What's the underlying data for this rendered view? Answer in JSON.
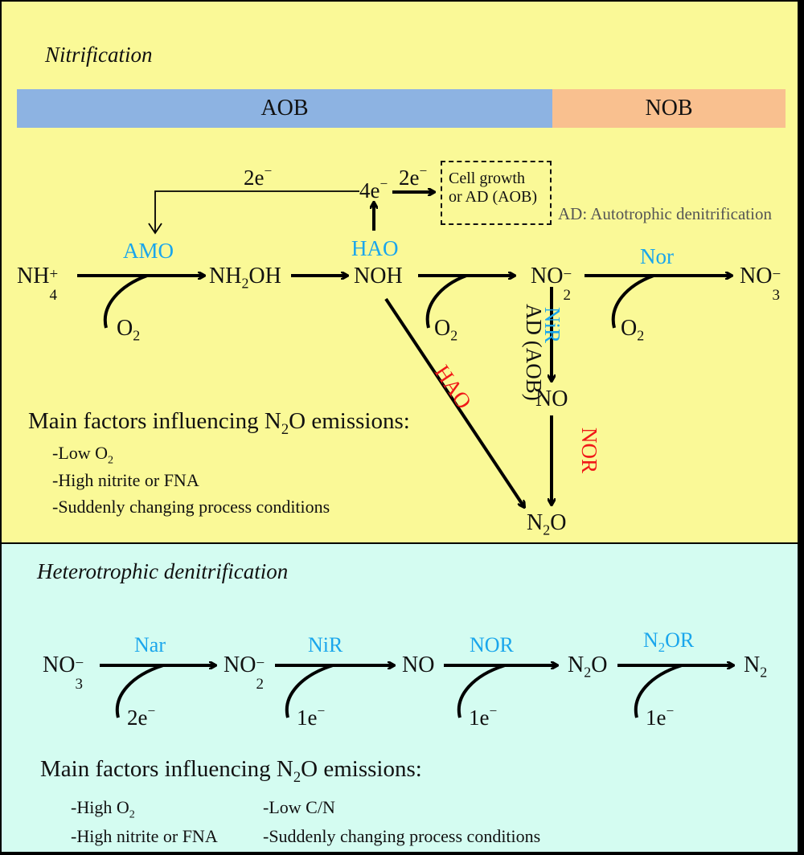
{
  "colors": {
    "nitrification_bg": "#faf997",
    "denitrification_bg": "#d4fcf1",
    "aob_bar": "#8db3e2",
    "nob_bar": "#f9c08f",
    "enzyme_blue": "#1aa6ec",
    "enzyme_red": "#f01818"
  },
  "nitrification": {
    "title": "Nitrification",
    "bars": {
      "aob": "AOB",
      "nob": "NOB"
    },
    "electrons": {
      "top_2e": "2e",
      "four_e": "4e",
      "right_2e": "2e",
      "minus": "−"
    },
    "cell_box": {
      "line1": "Cell growth",
      "line2": "or AD (AOB)"
    },
    "ad_note": "AD: Autotrophic denitrification",
    "species": {
      "nh4": {
        "base": "NH",
        "sub": "4",
        "sup": "+"
      },
      "nh2oh": {
        "a": "NH",
        "sub": "2",
        "b": "OH"
      },
      "noh": "NOH",
      "no2": {
        "base": "NO",
        "sub": "2",
        "sup": "−"
      },
      "no3": {
        "base": "NO",
        "sub": "3",
        "sup": "−"
      },
      "no": "NO",
      "n2o": {
        "a": "N",
        "sub": "2",
        "b": "O"
      }
    },
    "cofactors": {
      "o2": "O",
      "o2_sub": "2"
    },
    "enzymes": {
      "amo": "AMO",
      "hao_top": "HAO",
      "nor_ox": "Nor",
      "nir": "NiR",
      "ad_aob": "AD (AOB)",
      "hao_red": "HAO",
      "nor_red": "NOR"
    },
    "factors": {
      "heading_a": "Main factors influencing N",
      "heading_sub": "2",
      "heading_b": "O emissions:",
      "items": [
        {
          "text": "-Low O",
          "sub": "2"
        },
        {
          "text": "-High nitrite or FNA",
          "sub": ""
        },
        {
          "text": "-Suddenly changing process conditions",
          "sub": ""
        }
      ]
    }
  },
  "denitrification": {
    "title": "Heterotrophic denitrification",
    "species": {
      "no3": {
        "base": "NO",
        "sub": "3",
        "sup": "−"
      },
      "no2": {
        "base": "NO",
        "sub": "2",
        "sup": "−"
      },
      "no": "NO",
      "n2o": {
        "a": "N",
        "sub": "2",
        "b": "O"
      },
      "n2": {
        "a": "N",
        "sub": "2"
      }
    },
    "enzymes": {
      "nar": "Nar",
      "nir": "NiR",
      "nor": "NOR",
      "n2or": {
        "a": "N",
        "sub": "2",
        "b": "OR"
      }
    },
    "electrons": {
      "e2": "2e",
      "e1": "1e",
      "minus": "−"
    },
    "factors": {
      "heading_a": "Main factors influencing N",
      "heading_sub": "2",
      "heading_b": "O emissions:",
      "col1": [
        {
          "text": "-High O",
          "sub": "2"
        },
        {
          "text": "-High nitrite or FNA",
          "sub": ""
        }
      ],
      "col2": [
        {
          "text": "-Low C/N"
        },
        {
          "text": "-Suddenly changing process conditions"
        }
      ]
    }
  }
}
